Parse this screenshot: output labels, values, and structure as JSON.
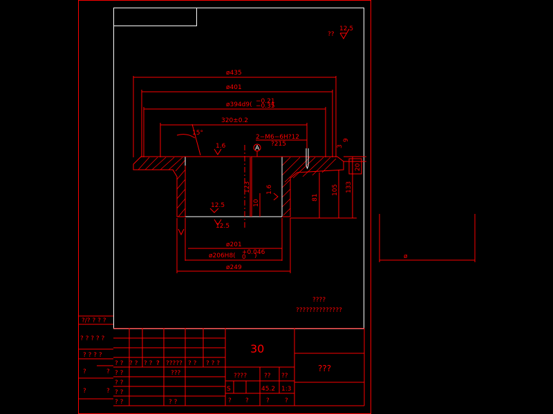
{
  "roughness_note": "?? ",
  "roughness_value": "12.5",
  "dims": {
    "d435": "ø435",
    "d401": "ø401",
    "d394": "ø394d9(",
    "d394_tol_upper": "−0.21",
    "d394_tol_lower": "−0.35",
    "d394_close": ")",
    "d320": "320±0.2",
    "thread_a": "2−M6−6H?12",
    "thread_b": "?215",
    "d201": "ø201",
    "d206": "ø206H8(",
    "d206_tol_upper": "+0.046",
    "d206_tol_lower": "0",
    "d206_close": ")",
    "d249": "ø249",
    "v123": "123",
    "v10": "10",
    "v81": "81",
    "v105": "105",
    "v133": "133",
    "v3": "3",
    "v9": "9",
    "v20": "20",
    "ang15": "15°",
    "r16a": "1.6",
    "r16b": "1.6",
    "r125a": "12.5",
    "r125b": "12.5",
    "side_note": "ø",
    "datum": "A"
  },
  "notes": {
    "title": "????",
    "body": "??????????????"
  },
  "side_block": {
    "s1": "?/? ? ? ?",
    "s2": "? ? ? ? ?",
    "s3": "? ? ? ?",
    "s4a": "?",
    "s4b": "?",
    "s5a": "?",
    "s5b": "?"
  },
  "title_block": {
    "code": "30",
    "name": "???",
    "row_labels": [
      "? ?",
      "? ?",
      "? ?",
      "? ?",
      "? ?"
    ],
    "header_cells": [
      "? ?",
      "? ?",
      "?",
      "?",
      "?????",
      "? ?",
      "? ? ?"
    ],
    "cell_q3": "???",
    "cell_q3b": "? ?",
    "stage_label": "????",
    "weight_label": "??",
    "scale_label": "??",
    "s_mark": "S",
    "weight": "45.2",
    "scale": "1:3",
    "bottom": [
      "?",
      "?",
      "?",
      "?"
    ]
  }
}
